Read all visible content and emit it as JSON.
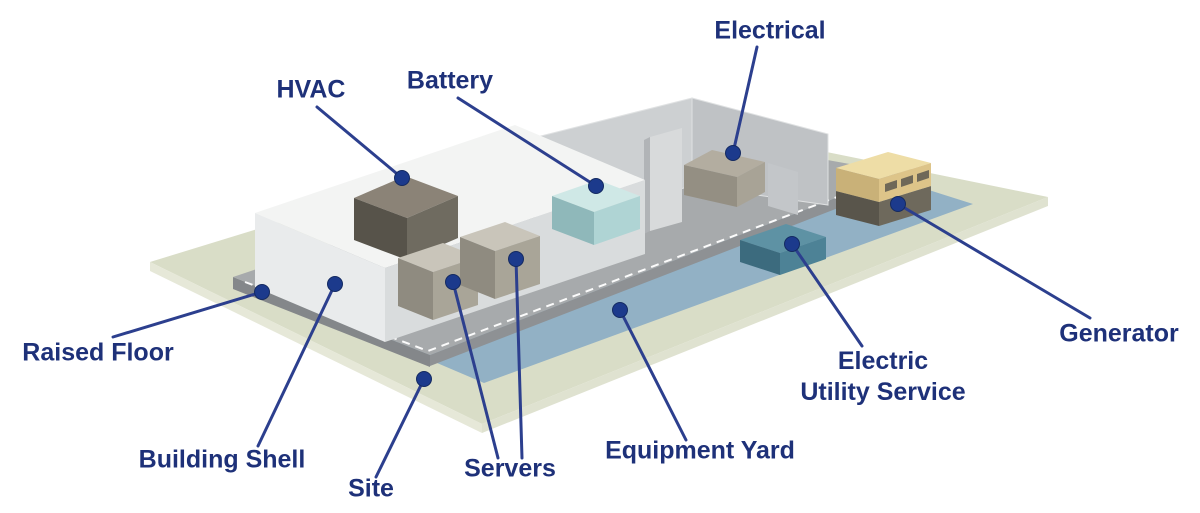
{
  "diagram": {
    "labels": {
      "hvac": "HVAC",
      "battery": "Battery",
      "electrical": "Electrical",
      "generator": "Generator",
      "electric_utility_line1": "Electric",
      "electric_utility_line2": "Utility Service",
      "raised_floor": "Raised Floor",
      "building_shell": "Building Shell",
      "site": "Site",
      "servers": "Servers",
      "equipment_yard": "Equipment Yard"
    },
    "colors": {
      "label_text": "#1e3179",
      "leader_line": "#2c3f8e",
      "anchor_dot": "#1c3a8c",
      "site_surface": "#d9ddc7",
      "equipment_yard_surface": "#92b1c5",
      "raised_floor_slab": "#a7aaac",
      "building_shell": "#e9ebec",
      "walls": "#cdd0d2",
      "hvac_unit": "#6f6b60",
      "server_cabinet": "#a9a598",
      "battery_unit": "#afd4d4",
      "electrical_unit": "#a8a396",
      "utility_service_unit": "#4d8296",
      "generator_building": "#ddc489"
    }
  }
}
